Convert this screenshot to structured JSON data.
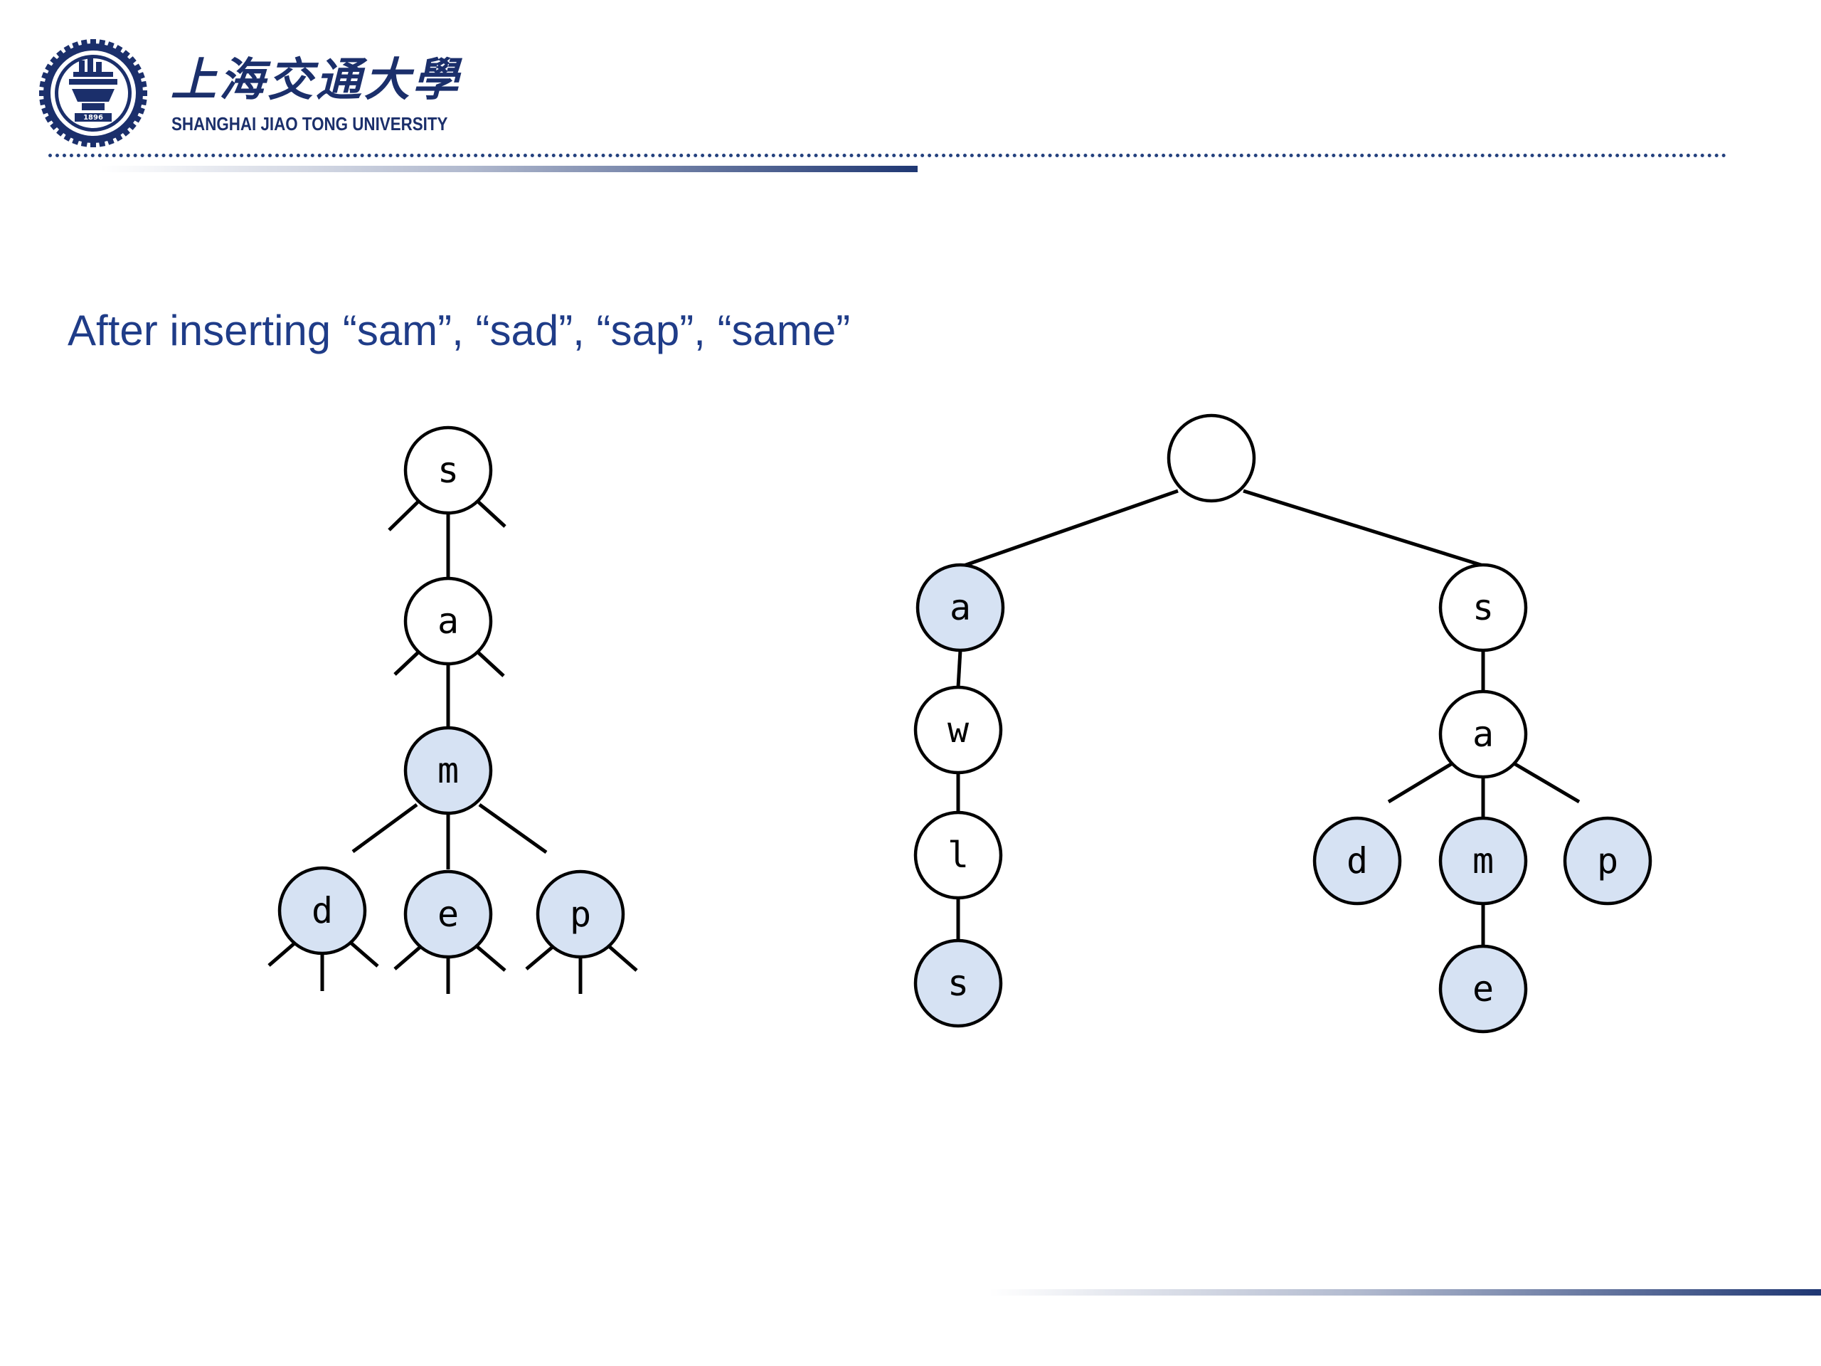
{
  "header": {
    "university_name_cn": "上海交通大學",
    "university_name_en": "SHANGHAI JIAO TONG UNIVERSITY",
    "seal_year": "1896",
    "brand_color": "#1f3773"
  },
  "slide": {
    "title": "After inserting “sam”, “sad”, “sap”, “same”"
  },
  "diagrams": {
    "ternary_search_trie": {
      "nodes": [
        {
          "id": "s",
          "label": "s",
          "highlighted": false
        },
        {
          "id": "a",
          "label": "a",
          "highlighted": false
        },
        {
          "id": "m",
          "label": "m",
          "highlighted": true
        },
        {
          "id": "d",
          "label": "d",
          "highlighted": true
        },
        {
          "id": "e",
          "label": "e",
          "highlighted": true
        },
        {
          "id": "p",
          "label": "p",
          "highlighted": true
        }
      ],
      "edges": [
        [
          "s",
          "a"
        ],
        [
          "a",
          "m"
        ],
        [
          "m",
          "d"
        ],
        [
          "m",
          "e"
        ],
        [
          "m",
          "p"
        ]
      ]
    },
    "r_way_trie": {
      "nodes": [
        {
          "id": "root",
          "label": "",
          "highlighted": false
        },
        {
          "id": "a1",
          "label": "a",
          "highlighted": true
        },
        {
          "id": "w",
          "label": "w",
          "highlighted": false
        },
        {
          "id": "l",
          "label": "l",
          "highlighted": false
        },
        {
          "id": "s1",
          "label": "s",
          "highlighted": true
        },
        {
          "id": "s2",
          "label": "s",
          "highlighted": false
        },
        {
          "id": "a2",
          "label": "a",
          "highlighted": false
        },
        {
          "id": "d",
          "label": "d",
          "highlighted": true
        },
        {
          "id": "m",
          "label": "m",
          "highlighted": true
        },
        {
          "id": "p",
          "label": "p",
          "highlighted": true
        },
        {
          "id": "e",
          "label": "e",
          "highlighted": true
        }
      ],
      "edges": [
        [
          "root",
          "a1"
        ],
        [
          "root",
          "s2"
        ],
        [
          "a1",
          "w"
        ],
        [
          "w",
          "l"
        ],
        [
          "l",
          "s1"
        ],
        [
          "s2",
          "a2"
        ],
        [
          "a2",
          "d"
        ],
        [
          "a2",
          "m"
        ],
        [
          "a2",
          "p"
        ],
        [
          "m",
          "e"
        ]
      ]
    }
  }
}
